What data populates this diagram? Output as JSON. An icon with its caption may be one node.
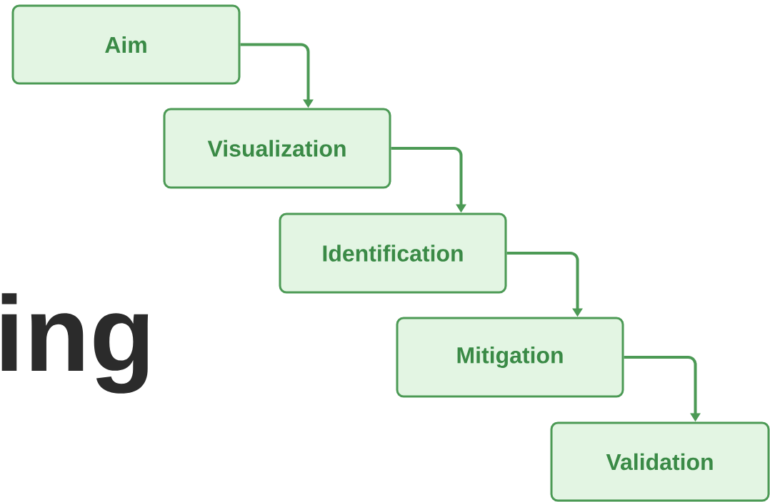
{
  "diagram": {
    "nodes": [
      {
        "text": [
          "Aim"
        ]
      },
      {
        "text": [
          "Visualization"
        ]
      },
      {
        "text": [
          "Identification"
        ]
      },
      {
        "text": [
          "Mitigation"
        ]
      },
      {
        "text": [
          "Validation"
        ]
      }
    ],
    "edges": [
      {
        "from": 0,
        "to": 1,
        "arrow": "to"
      },
      {
        "from": 1,
        "to": 2,
        "arrow": "to"
      },
      {
        "from": 2,
        "to": 3,
        "arrow": "to"
      },
      {
        "from": 3,
        "to": 4,
        "arrow": "to"
      }
    ],
    "labels": [
      "ing"
    ]
  }
}
